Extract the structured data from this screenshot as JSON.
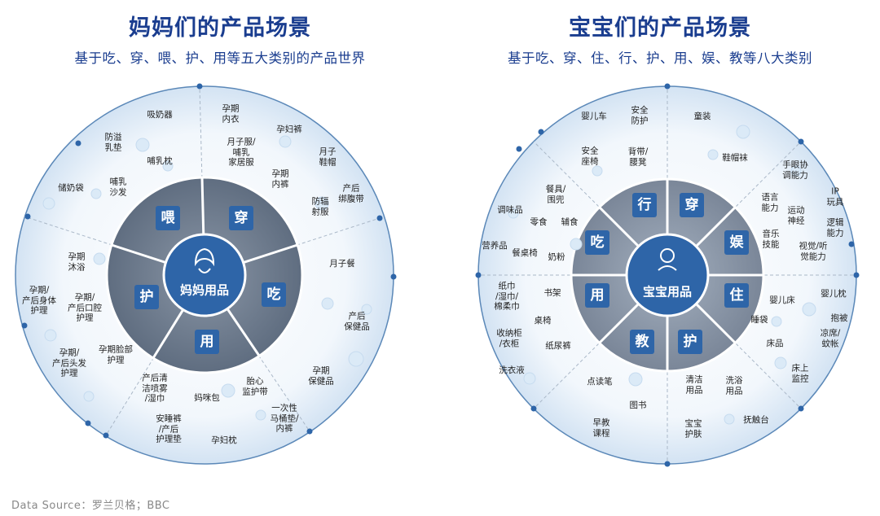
{
  "left": {
    "title": "妈妈们的产品场景",
    "subtitle": "基于吃、穿、喂、护、用等五大类别的产品世界",
    "center_label": "妈妈用品",
    "segments": [
      "喂",
      "穿",
      "吃",
      "用",
      "护"
    ],
    "items": [
      "吸奶器",
      "防溢\n乳垫",
      "哺乳枕",
      "储奶袋",
      "哺乳\n沙发",
      "孕期\n内衣",
      "孕妇裤",
      "月子服/\n哺乳\n家居服",
      "月子\n鞋帽",
      "孕期\n内裤",
      "产后\n绑腹带",
      "防辐\n射服",
      "月子餐",
      "产后\n保健品",
      "孕期\n保健品",
      "胎心\n监护带",
      "一次性\n马桶垫/\n内裤",
      "产后清\n洁喷雾\n/湿巾",
      "妈咪包",
      "安睡裤\n/产后\n护理垫",
      "孕妇枕",
      "孕期\n沐浴",
      "孕期/\n产后身体\n护理",
      "孕期/\n产后口腔\n护理",
      "孕期/\n产后头发\n护理",
      "孕期脸部\n护理"
    ]
  },
  "right": {
    "title": "宝宝们的产品场景",
    "subtitle": "基于吃、穿、住、行、护、用、娱、教等八大类别",
    "center_label": "宝宝用品",
    "segments": [
      "行",
      "穿",
      "娱",
      "住",
      "护",
      "教",
      "用",
      "吃"
    ],
    "items": [
      "婴儿车",
      "安全\n防护",
      "安全\n座椅",
      "背带/\n腰凳",
      "童装",
      "鞋帽袜",
      "手眼协\n调能力",
      "IP\n玩具",
      "语言\n能力",
      "运动\n神经",
      "逻辑\n能力",
      "音乐\n技能",
      "视觉/听\n觉能力",
      "婴儿床",
      "婴儿枕",
      "抱被",
      "睡袋",
      "凉席/\n蚊帐",
      "床品",
      "床上\n监控",
      "清洁\n用品",
      "洗浴\n用品",
      "抚触台",
      "宝宝\n护肤",
      "点读笔",
      "图书",
      "早教\n课程",
      "纸巾\n/湿巾/\n棉柔巾",
      "书架",
      "桌椅",
      "收纳柜\n/衣柜",
      "纸尿裤",
      "洗衣液",
      "餐具/\n围兜",
      "调味品",
      "零食",
      "辅食",
      "营养品",
      "餐桌椅",
      "奶粉"
    ]
  },
  "source": "Data Source：罗兰贝格；BBC"
}
